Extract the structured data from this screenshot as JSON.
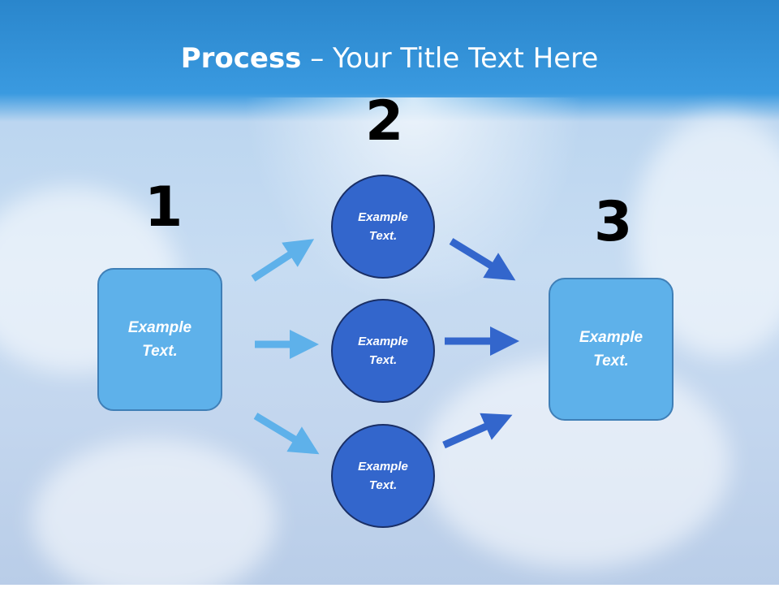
{
  "slide": {
    "title_bold": "Process",
    "title_rest": " – Your Title Text Here"
  },
  "steps": {
    "step1": "1",
    "step2": "2",
    "step3": "3"
  },
  "nodes": {
    "box_left": [
      "Example",
      "Text."
    ],
    "circle_top": [
      "Example",
      "Text."
    ],
    "circle_middle": [
      "Example",
      "Text."
    ],
    "circle_bottom": [
      "Example",
      "Text."
    ],
    "box_right": [
      "Example",
      "Text."
    ]
  },
  "colors": {
    "box_fill": "#5eb1ea",
    "circle_fill": "#3366cc",
    "arrow_light": "#5eb1ea",
    "arrow_dark": "#3366cc"
  }
}
